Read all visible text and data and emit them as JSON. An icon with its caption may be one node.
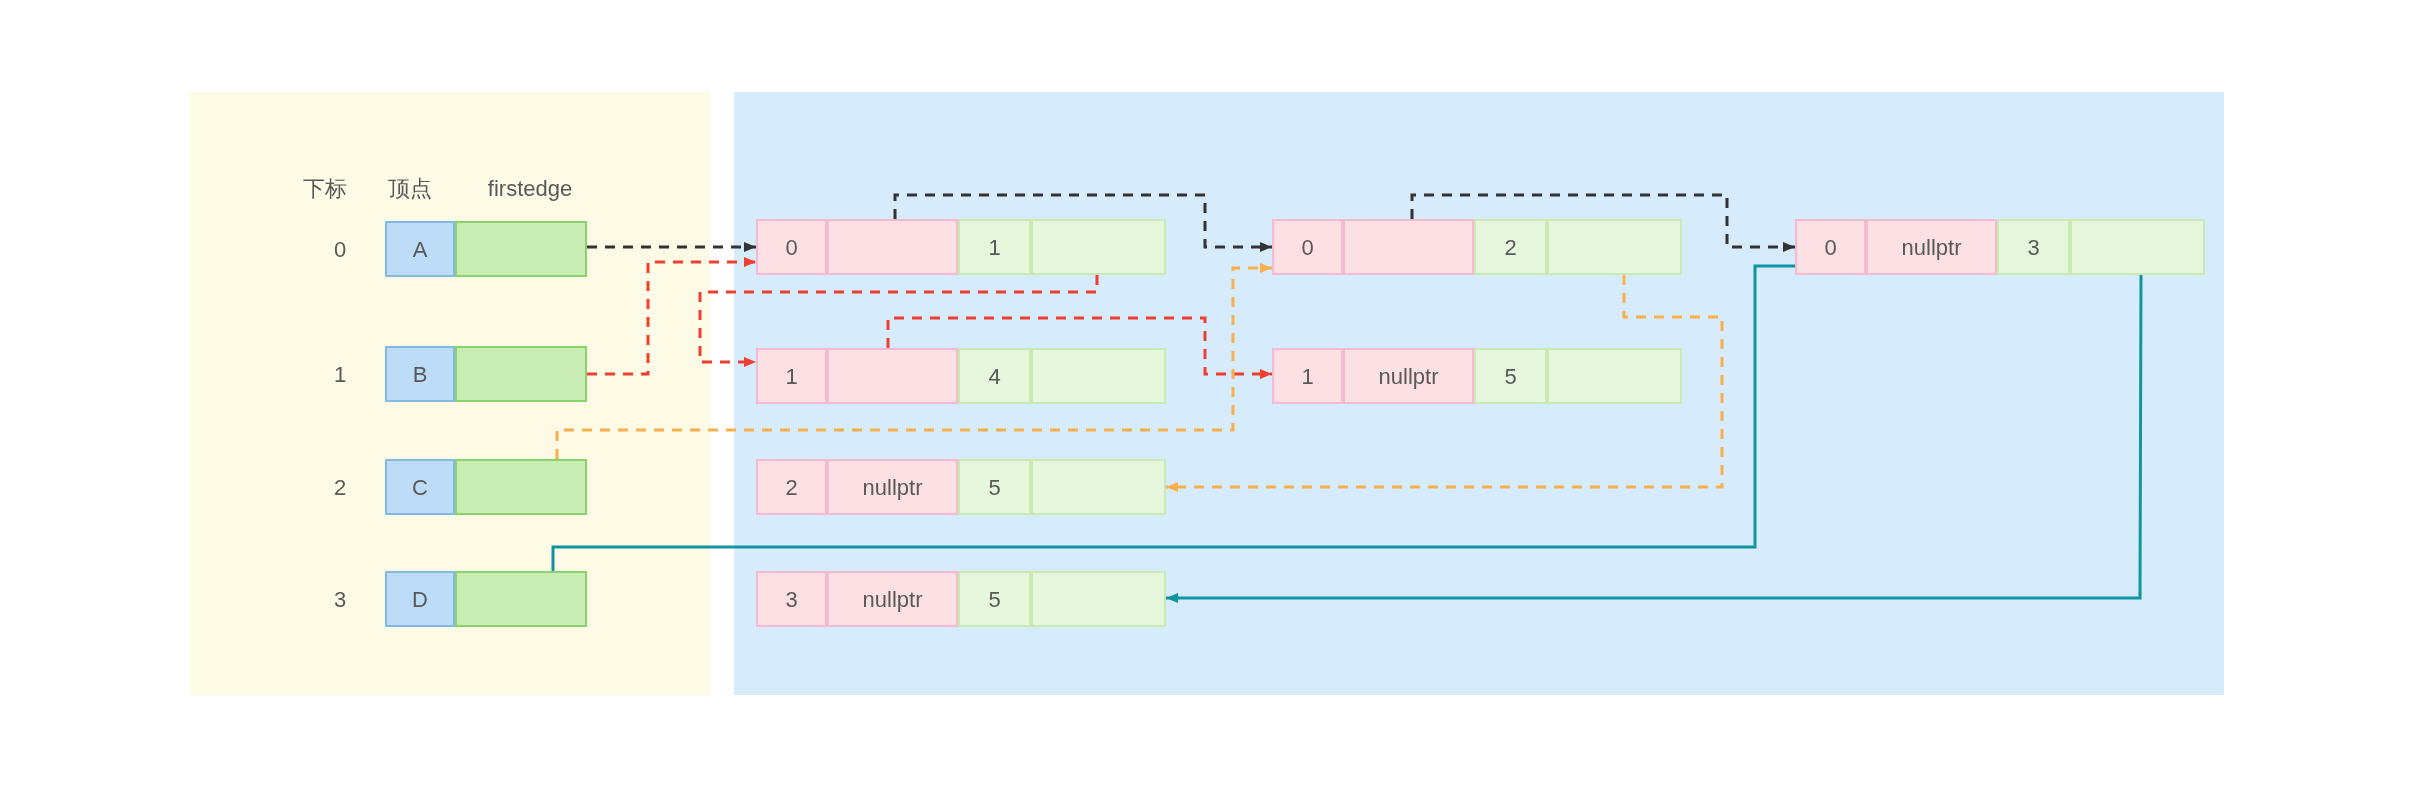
{
  "diagram": {
    "nodes": [
      {
        "text": [],
        "shape": "box"
      },
      {
        "text": [],
        "shape": "box"
      },
      {
        "text": [
          "A"
        ],
        "in": 0
      },
      {
        "text": [],
        "shape": "box",
        "in": 0
      },
      {
        "text": [
          "B"
        ],
        "in": 0
      },
      {
        "text": [],
        "shape": "box",
        "in": 0
      },
      {
        "text": [
          "C"
        ],
        "in": 0
      },
      {
        "text": [],
        "shape": "box",
        "in": 0
      },
      {
        "text": [
          "D"
        ],
        "in": 0
      },
      {
        "text": [],
        "shape": "box",
        "in": 0
      },
      {
        "text": [
          "0"
        ],
        "in": 1
      },
      {
        "text": [],
        "shape": "box",
        "in": 1
      },
      {
        "text": [
          "1"
        ],
        "in": 1
      },
      {
        "text": [],
        "shape": "box",
        "in": 1
      },
      {
        "text": [
          "0"
        ],
        "in": 1
      },
      {
        "text": [],
        "shape": "box",
        "in": 1
      },
      {
        "text": [
          "2"
        ],
        "in": 1
      },
      {
        "text": [],
        "shape": "box",
        "in": 1
      },
      {
        "text": [
          "0"
        ],
        "in": 1
      },
      {
        "text": [
          "nullptr"
        ],
        "in": 1
      },
      {
        "text": [
          "3"
        ],
        "in": 1
      },
      {
        "text": [],
        "shape": "box",
        "in": 1
      },
      {
        "text": [
          "1"
        ],
        "in": 1
      },
      {
        "text": [],
        "shape": "box",
        "in": 1
      },
      {
        "text": [
          "4"
        ],
        "in": 1
      },
      {
        "text": [],
        "shape": "box",
        "in": 1
      },
      {
        "text": [
          "1"
        ],
        "in": 1
      },
      {
        "text": [
          "nullptr"
        ],
        "in": 1
      },
      {
        "text": [
          "5"
        ],
        "in": 1
      },
      {
        "text": [],
        "shape": "box",
        "in": 1
      },
      {
        "text": [
          "2"
        ],
        "in": 1
      },
      {
        "text": [
          "nullptr"
        ],
        "in": 1
      },
      {
        "text": [
          "5"
        ],
        "in": 1
      },
      {
        "text": [],
        "shape": "box",
        "in": 1
      },
      {
        "text": [
          "3"
        ],
        "in": 1
      },
      {
        "text": [
          "nullptr"
        ],
        "in": 1
      },
      {
        "text": [
          "5"
        ],
        "in": 1
      },
      {
        "text": [],
        "shape": "box",
        "in": 1
      }
    ],
    "edges": [
      {
        "from": 3,
        "to": 10,
        "arrow": "to",
        "style": "dashed",
        "color": "#333333"
      },
      {
        "from": 11,
        "to": 14,
        "arrow": "to",
        "style": "dashed",
        "color": "#333333"
      },
      {
        "from": 15,
        "to": 18,
        "arrow": "to",
        "style": "dashed",
        "color": "#333333"
      },
      {
        "from": 5,
        "to": 10,
        "arrow": "to",
        "style": "dashed",
        "color": "#f03e33"
      },
      {
        "from": 13,
        "to": 22,
        "arrow": "to",
        "style": "dashed",
        "color": "#f03e33"
      },
      {
        "from": 23,
        "to": 26,
        "arrow": "to",
        "style": "dashed",
        "color": "#f03e33"
      },
      {
        "from": 7,
        "to": 14,
        "arrow": "to",
        "style": "dashed",
        "color": "#f9b04a"
      },
      {
        "from": 17,
        "to": 33,
        "arrow": "to",
        "style": "dashed",
        "color": "#f9b04a"
      },
      {
        "from": 9,
        "to": 18,
        "arrow": "none",
        "color": "#12949f"
      },
      {
        "from": 21,
        "to": 37,
        "arrow": "to",
        "color": "#12949f"
      }
    ],
    "labels": [
      "下标",
      "顶点",
      "firstedge",
      "0",
      "1",
      "2",
      "3"
    ]
  }
}
